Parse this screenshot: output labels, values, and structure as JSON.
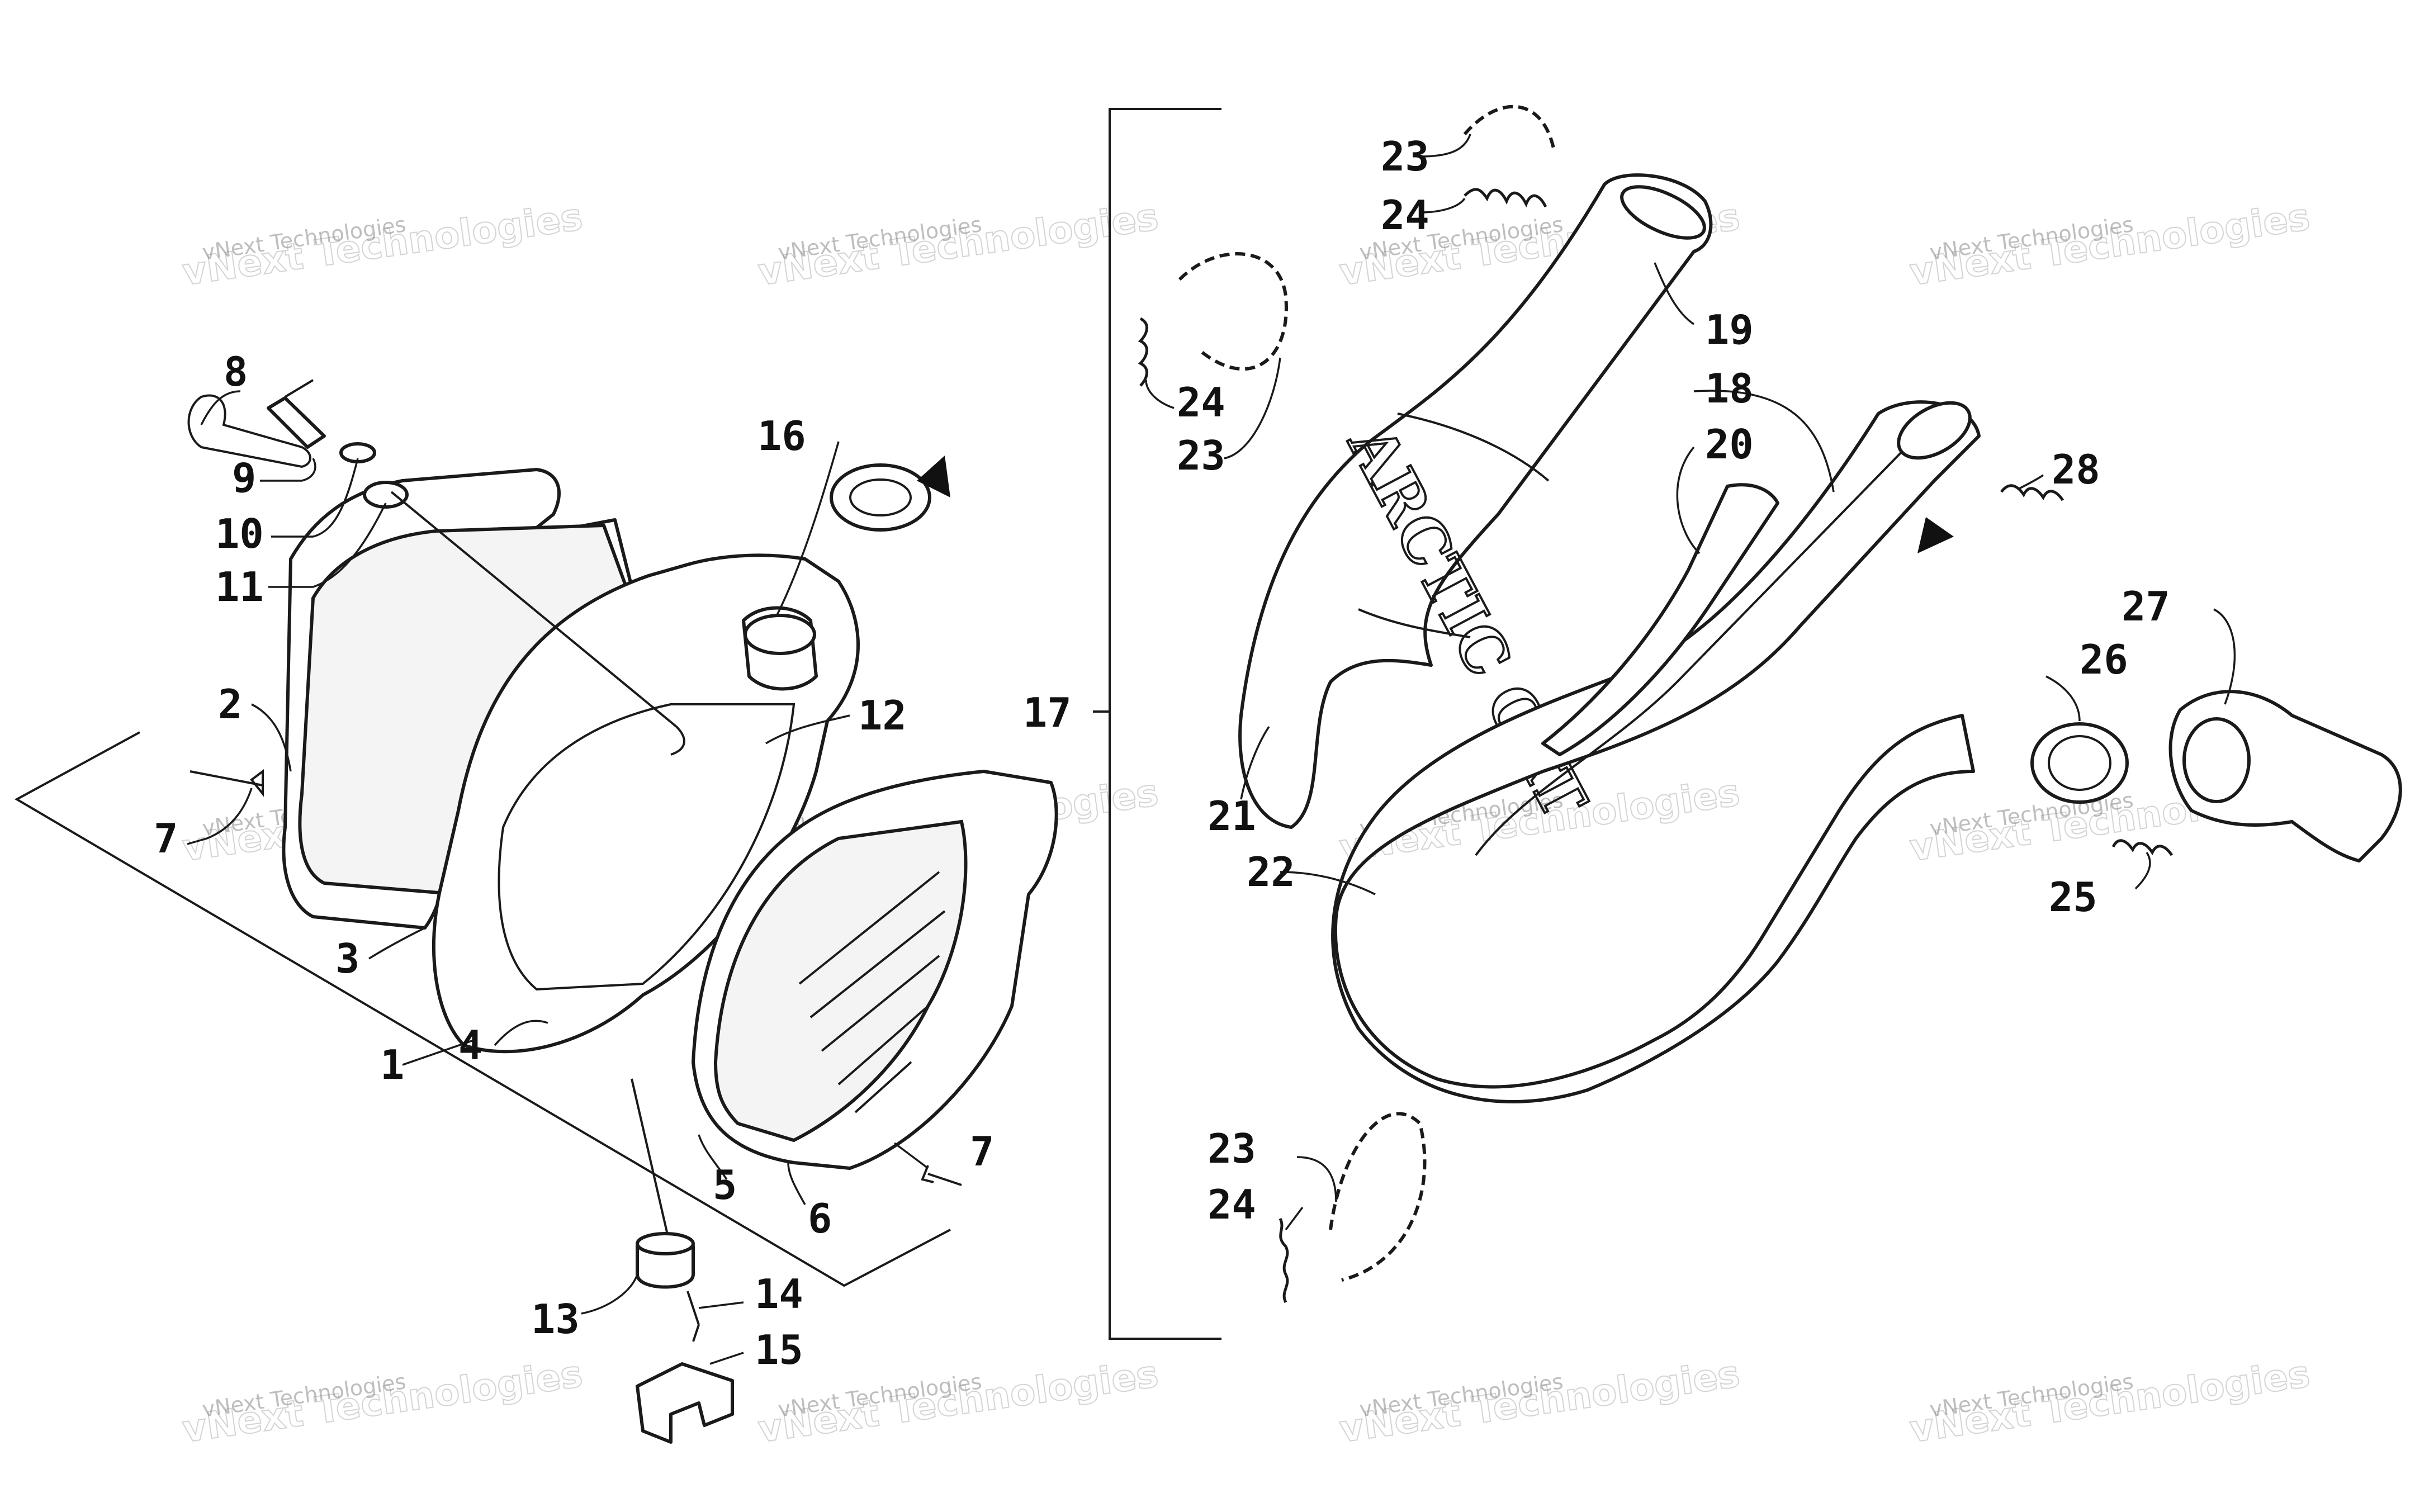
{
  "diagram": {
    "callouts": {
      "c1": "1",
      "c2": "2",
      "c3": "3",
      "c4": "4",
      "c5": "5",
      "c6": "6",
      "c7a": "7",
      "c7b": "7",
      "c8": "8",
      "c9": "9",
      "c10": "10",
      "c11": "11",
      "c12": "12",
      "c13": "13",
      "c14": "14",
      "c15": "15",
      "c16": "16",
      "c17": "17",
      "c18": "18",
      "c19": "19",
      "c20": "20",
      "c21": "21",
      "c22": "22",
      "c23a": "23",
      "c23b": "23",
      "c23c": "23",
      "c24a": "24",
      "c24b": "24",
      "c24c": "24",
      "c25": "25",
      "c26": "26",
      "c27": "27",
      "c28": "28"
    },
    "logo_text": "ARCTIC CAT"
  },
  "watermark": {
    "line1": "vNext Technologies",
    "line2": "vNext Technologies"
  }
}
